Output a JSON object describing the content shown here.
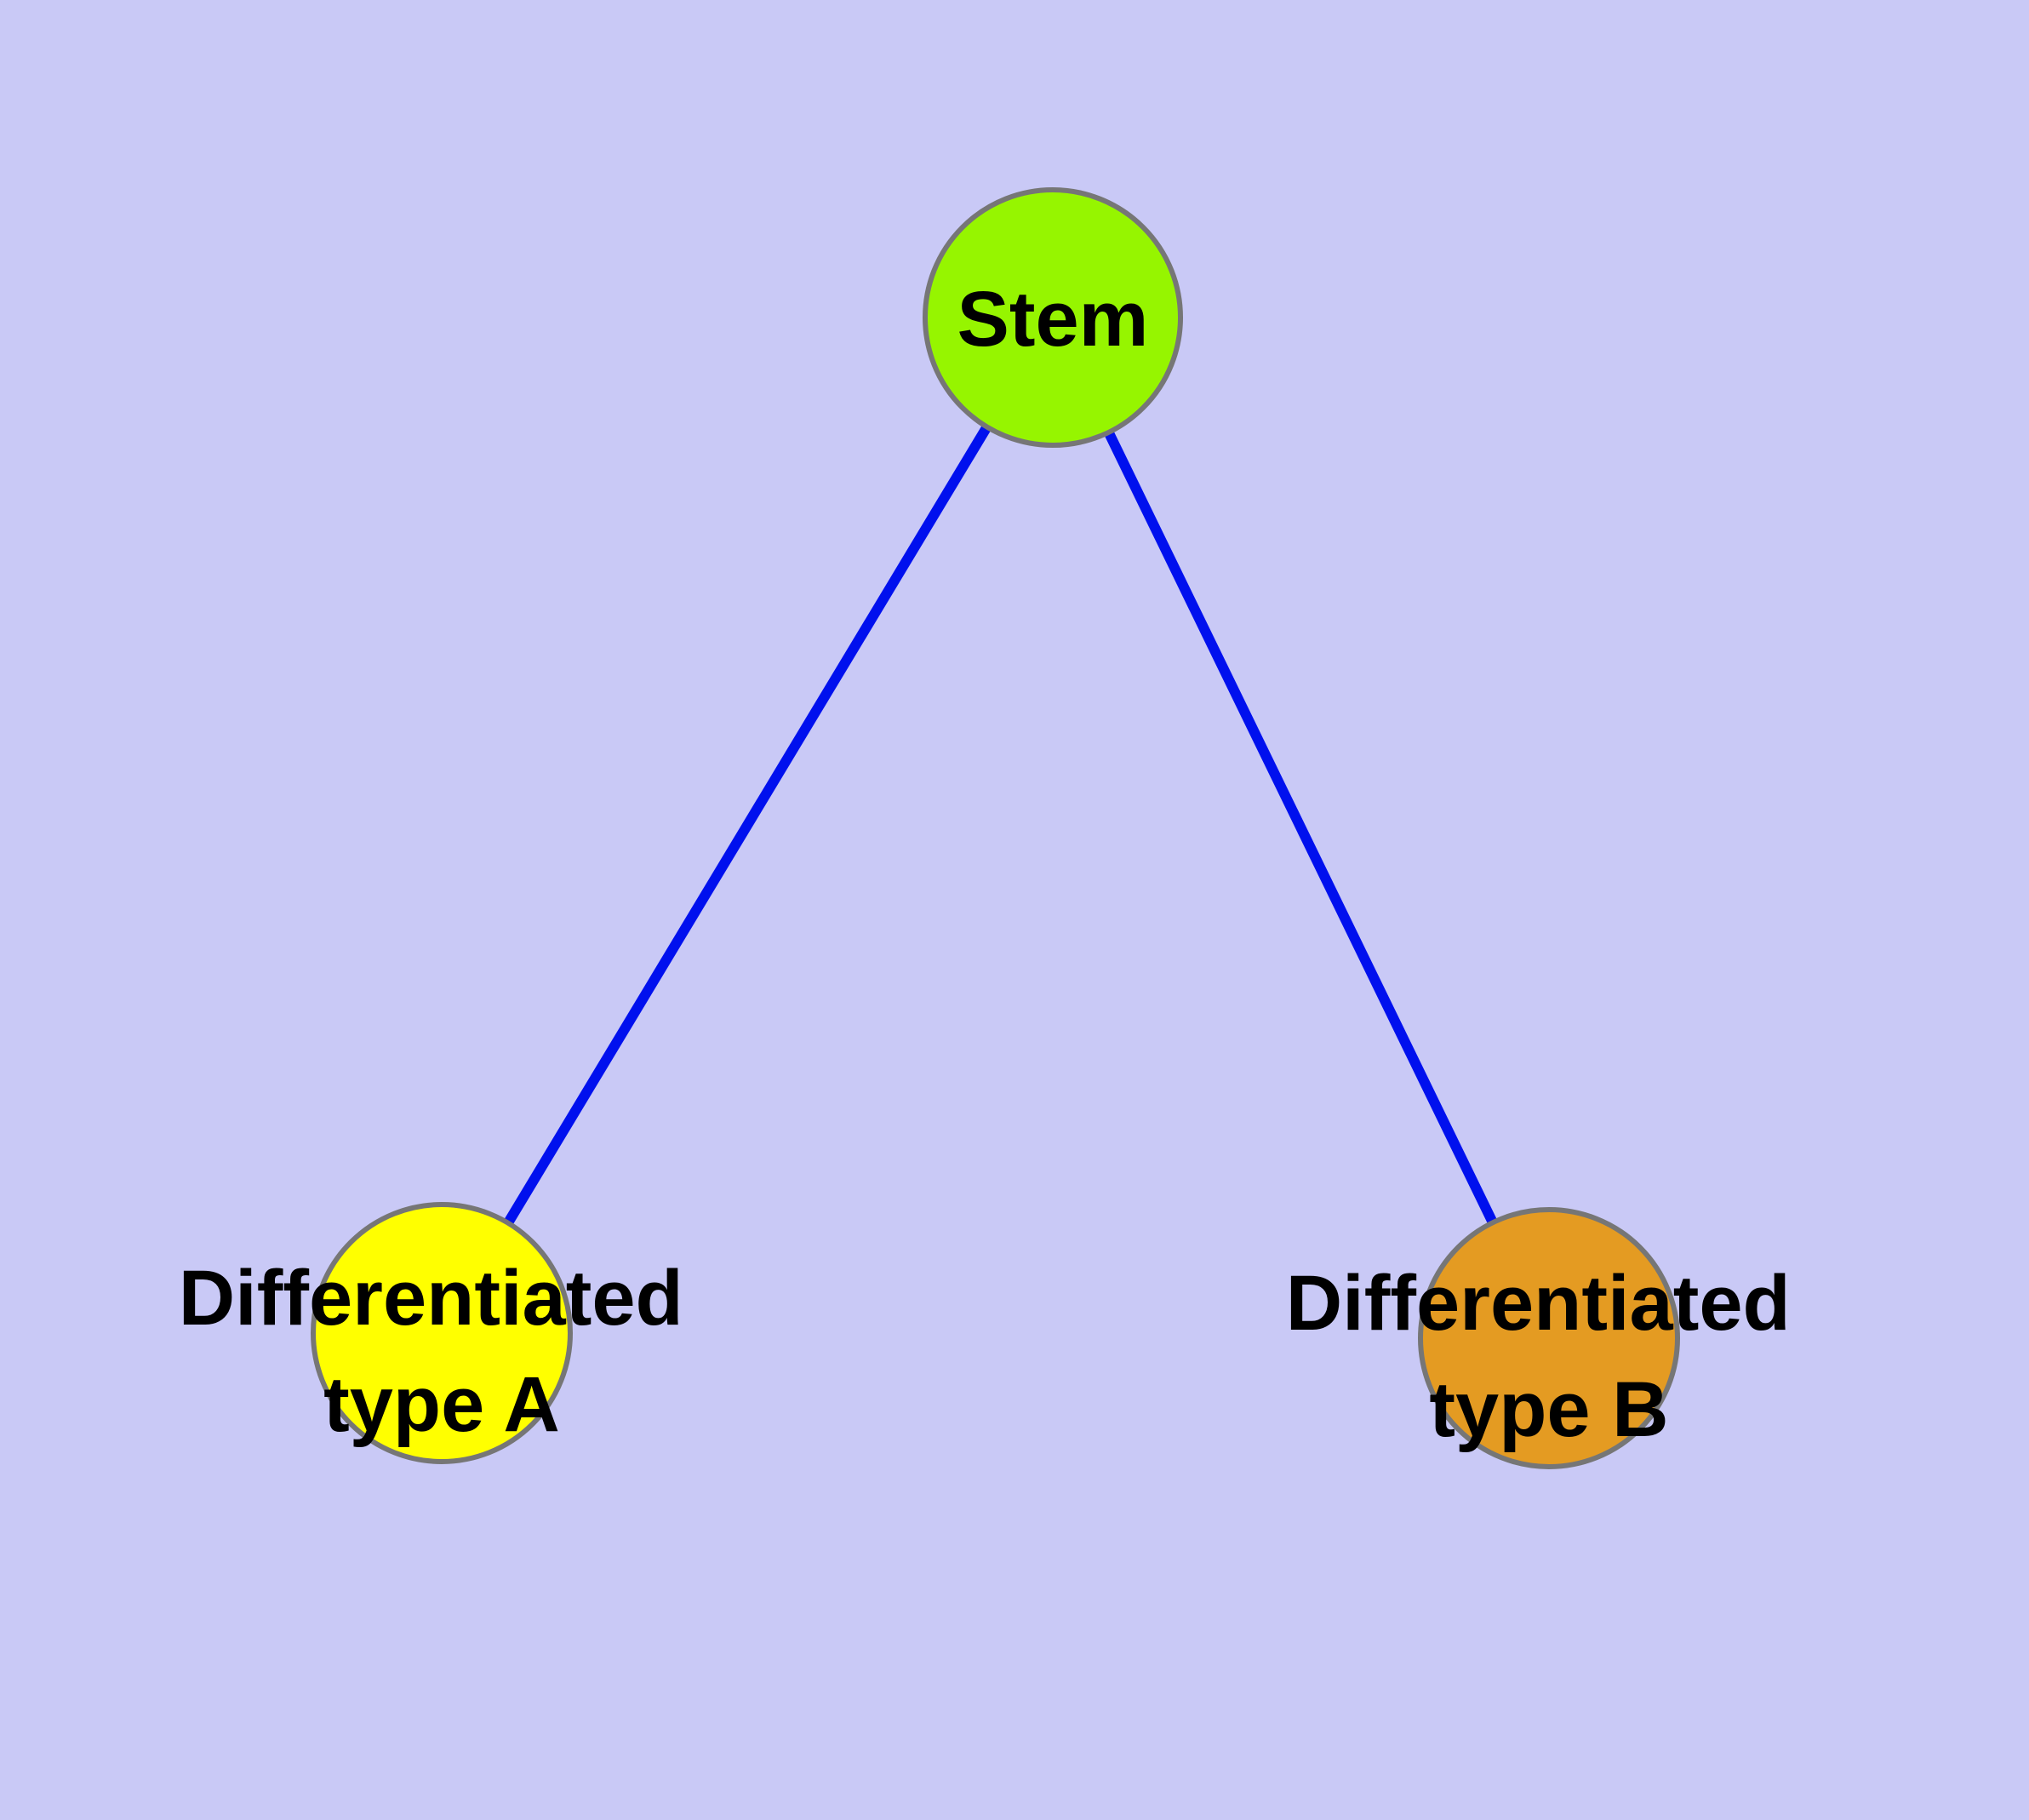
{
  "figure": {
    "type": "node-link-diagram",
    "background_color": "#c9c9f6",
    "edge_color": "#0010ee",
    "node_border_color": "#767676",
    "label_color": "#000000"
  },
  "nodes": [
    {
      "id": "stem",
      "label": "Stem",
      "color": "#96f500"
    },
    {
      "id": "type-a",
      "label_line1": "Differentiated",
      "label_line2": "type A",
      "color": "#ffff00"
    },
    {
      "id": "type-b",
      "label_line1": "Differentiated",
      "label_line2": "type B",
      "color": "#e49b22"
    }
  ],
  "edges": [
    {
      "from": "Stem",
      "to": "Differentiated type A"
    },
    {
      "from": "Stem",
      "to": "Differentiated type B"
    }
  ]
}
